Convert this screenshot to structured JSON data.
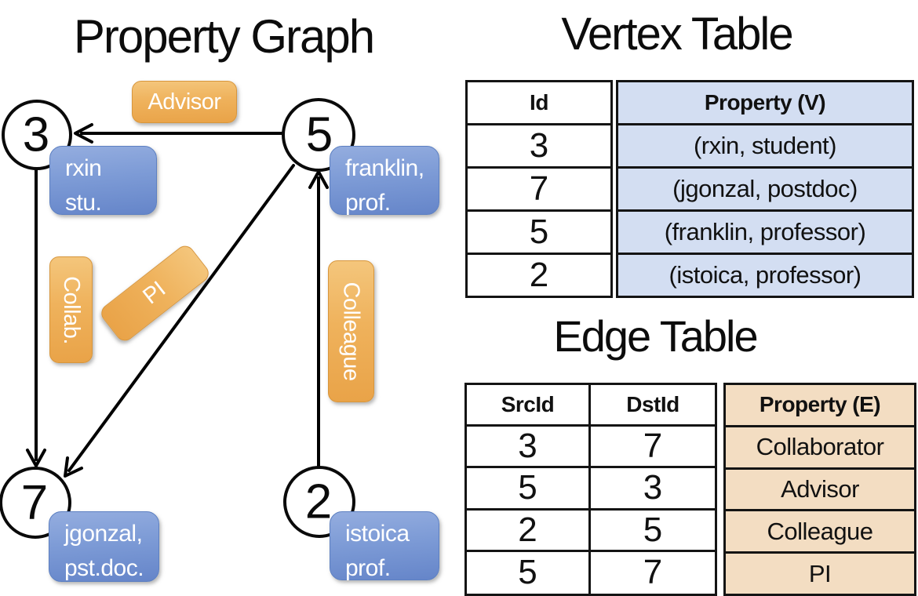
{
  "graph": {
    "title": "Property Graph",
    "nodes": [
      {
        "id": "3",
        "line1": "rxin",
        "line2": "stu."
      },
      {
        "id": "5",
        "line1": "franklin,",
        "line2": "prof."
      },
      {
        "id": "7",
        "line1": "jgonzal,",
        "line2": "pst.doc."
      },
      {
        "id": "2",
        "line1": "istoica",
        "line2": "prof."
      }
    ],
    "edges": [
      {
        "src": "5",
        "dst": "3",
        "label": "Advisor"
      },
      {
        "src": "3",
        "dst": "7",
        "label": "Collab."
      },
      {
        "src": "5",
        "dst": "7",
        "label": "PI"
      },
      {
        "src": "2",
        "dst": "5",
        "label": "Colleague"
      }
    ]
  },
  "vertex_table": {
    "title": "Vertex Table",
    "columns": [
      "Id",
      "Property (V)"
    ],
    "rows": [
      [
        "3",
        "(rxin, student)"
      ],
      [
        "7",
        "(jgonzal, postdoc)"
      ],
      [
        "5",
        "(franklin, professor)"
      ],
      [
        "2",
        "(istoica, professor)"
      ]
    ]
  },
  "edge_table": {
    "title": "Edge Table",
    "columns": [
      "SrcId",
      "DstId",
      "Property (E)"
    ],
    "rows": [
      [
        "3",
        "7",
        "Collaborator"
      ],
      [
        "5",
        "3",
        "Advisor"
      ],
      [
        "2",
        "5",
        "Colleague"
      ],
      [
        "5",
        "7",
        "PI"
      ]
    ]
  },
  "colors": {
    "edge_label_fill_top": "#f4c67c",
    "edge_label_fill_bottom": "#e9a348",
    "vertex_label_fill_top": "#94addf",
    "vertex_label_fill_bottom": "#6585c9",
    "vertex_property_cell_fill": "#d3def2",
    "edge_property_cell_fill": "#f3ddc2",
    "table_border": "#141414",
    "line_color": "#000000"
  }
}
